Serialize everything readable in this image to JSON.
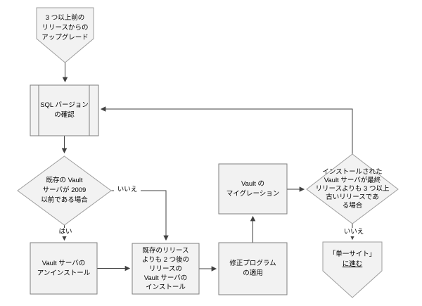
{
  "diagram": {
    "title": "Vault upgrade flowchart",
    "background_color": "#ffffff",
    "shape_fill_color": "#f2f2f2",
    "rect_border_color": "#7f7f7f",
    "polygon_border_color": "#9e9e9e",
    "connector_color": "#404040",
    "text_color": "#000000"
  },
  "nodes": {
    "start": {
      "type": "off-page-connector",
      "lines": [
        "3 つ以上前の",
        "リリースからの",
        "アップグレード"
      ]
    },
    "sql_check": {
      "type": "predefined-process",
      "lines": [
        "SQL バージョン",
        "の確認"
      ]
    },
    "decision_2009": {
      "type": "decision",
      "lines": [
        "既存の Vault",
        "サーバが 2009",
        "以前である場合"
      ]
    },
    "uninstall": {
      "type": "process",
      "lines": [
        "Vault サーバの",
        "アンインストール"
      ]
    },
    "install": {
      "type": "process",
      "lines": [
        "既存のリリース",
        "よりも 2 つ後の",
        "リリースの",
        "Vault サーバの",
        "インストール"
      ]
    },
    "hotfix": {
      "type": "process",
      "lines": [
        "修正プログラム",
        "の適用"
      ]
    },
    "migration": {
      "type": "process",
      "lines": [
        "Vault の",
        "マイグレーション"
      ]
    },
    "decision_old_release": {
      "type": "decision",
      "lines": [
        "インストールされた",
        "Vault サーバが最終",
        "リリースよりも 3 つ以上",
        "古いリリースであ",
        "る場合"
      ]
    },
    "goto_single_site": {
      "type": "off-page-connector",
      "line1": "「単一サイト」",
      "line2_link": "に進む"
    }
  },
  "edge_labels": {
    "yes": "はい",
    "no_left": "いいえ",
    "no_right": "いいえ"
  }
}
